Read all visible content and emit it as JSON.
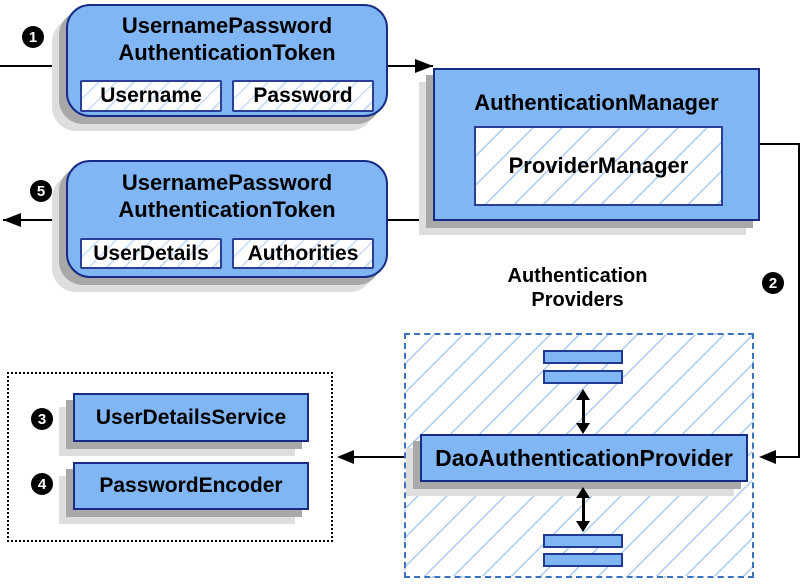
{
  "colors": {
    "box_fill": "#81B6F5",
    "box_border": "#182C85",
    "hatch_line": "#A9C9F1",
    "providers_dashed_border": "#3C72B9",
    "shadow_dark": "#A8A8A8",
    "shadow_light": "#DEDEDE",
    "arrow": "#000000"
  },
  "badges": {
    "step1": "1",
    "step2": "2",
    "step3": "3",
    "step4": "4",
    "step5": "5"
  },
  "token_request": {
    "title_line1": "UsernamePassword",
    "title_line2": "AuthenticationToken",
    "fields": [
      "Username",
      "Password"
    ]
  },
  "manager": {
    "title": "AuthenticationManager",
    "inner_label": "ProviderManager"
  },
  "token_response": {
    "title_line1": "UsernamePassword",
    "title_line2": "AuthenticationToken",
    "fields": [
      "UserDetails",
      "Authorities"
    ]
  },
  "providers": {
    "title_line1": "Authentication",
    "title_line2": "Providers",
    "main_provider": "DaoAuthenticationProvider"
  },
  "services": {
    "items": [
      "UserDetailsService",
      "PasswordEncoder"
    ]
  }
}
